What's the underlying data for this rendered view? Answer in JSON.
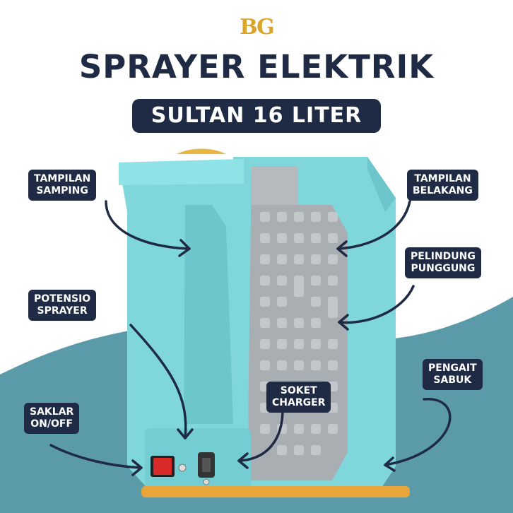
{
  "brand": {
    "logo_text": "BG"
  },
  "header": {
    "title": "SPRAYER ELEKTRIK",
    "subtitle": "SULTAN 16 LITER"
  },
  "labels": {
    "side_view": {
      "line1": "TAMPILAN",
      "line2": "SAMPING"
    },
    "back_view": {
      "line1": "TAMPILAN",
      "line2": "BELAKANG"
    },
    "back_guard": {
      "line1": "PELINDUNG",
      "line2": "PUNGGUNG"
    },
    "potentiometer": {
      "line1": "POTENSIO",
      "line2": "SPRAYER"
    },
    "belt_hook": {
      "line1": "PENGAIT",
      "line2": "SABUK"
    },
    "charger_socket": {
      "line1": "SOKET",
      "line2": "CHARGER"
    },
    "power_switch": {
      "line1": "SAKLAR",
      "line2": "ON/OFF"
    }
  },
  "colors": {
    "navy": "#1f2a44",
    "teal_bg": "#5b9aa8",
    "tank": "#7fd7dc",
    "panel": "#a9aeb3",
    "accent_gold": "#d9a52b"
  }
}
